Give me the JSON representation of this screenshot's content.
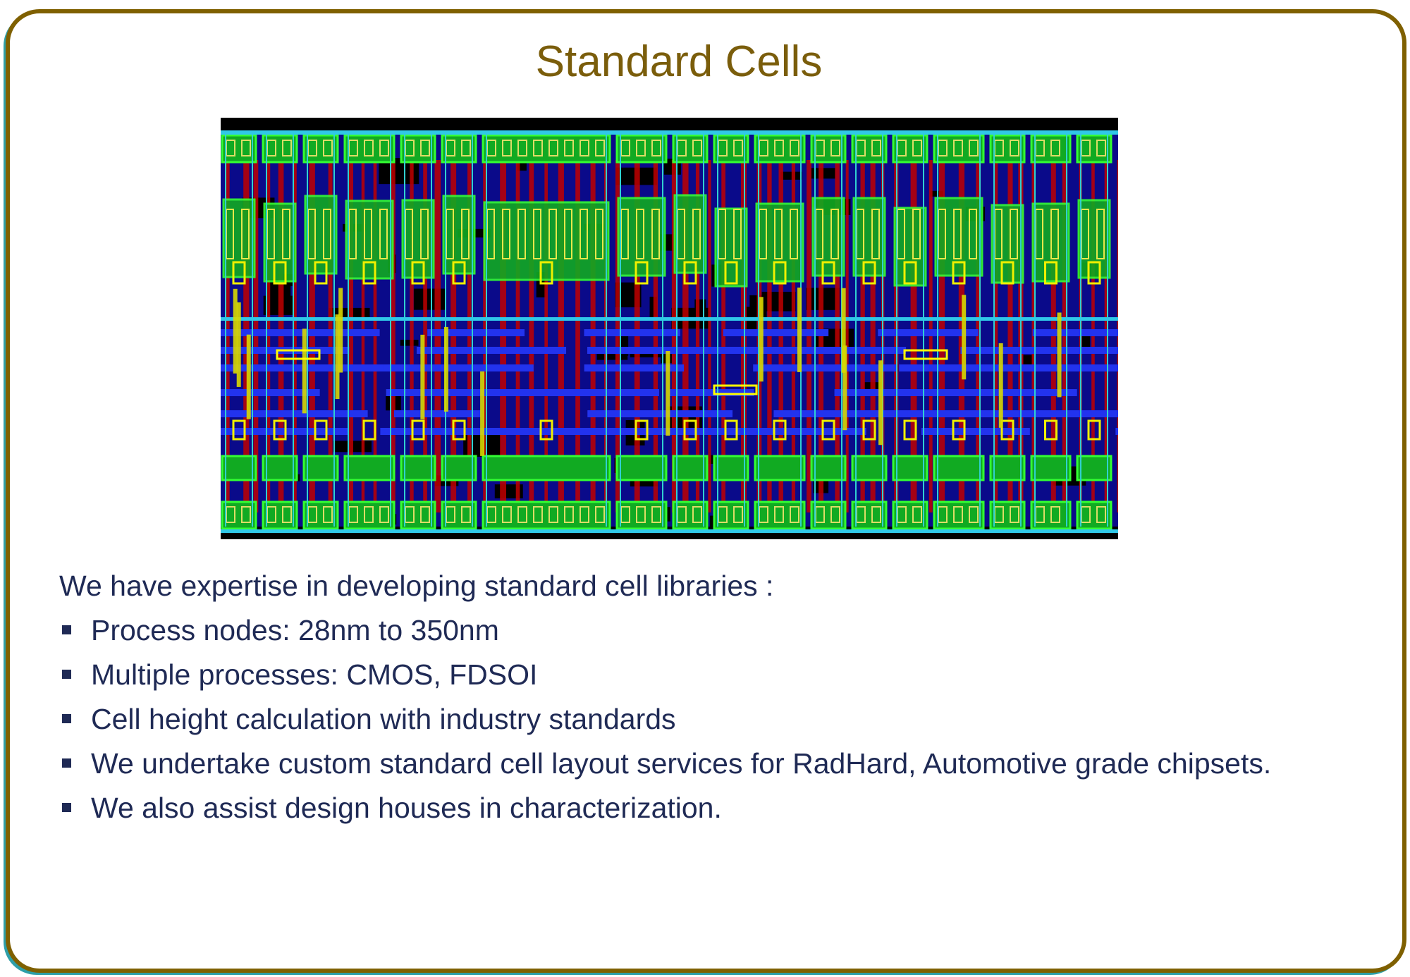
{
  "title": "Standard Cells",
  "image": {
    "description_icon": "standard-cell-layout-image"
  },
  "intro": "We have expertise in developing standard cell libraries :",
  "bullets": [
    "Process nodes: 28nm to 350nm",
    "Multiple processes: CMOS, FDSOI",
    "Cell height calculation with industry standards",
    "We undertake custom standard cell layout services  for RadHard, Automotive grade chipsets.",
    "We also assist design houses in characterization."
  ],
  "colors": {
    "border": "#7f6000",
    "title": "#7a5d0b",
    "text": "#1f2a55"
  }
}
